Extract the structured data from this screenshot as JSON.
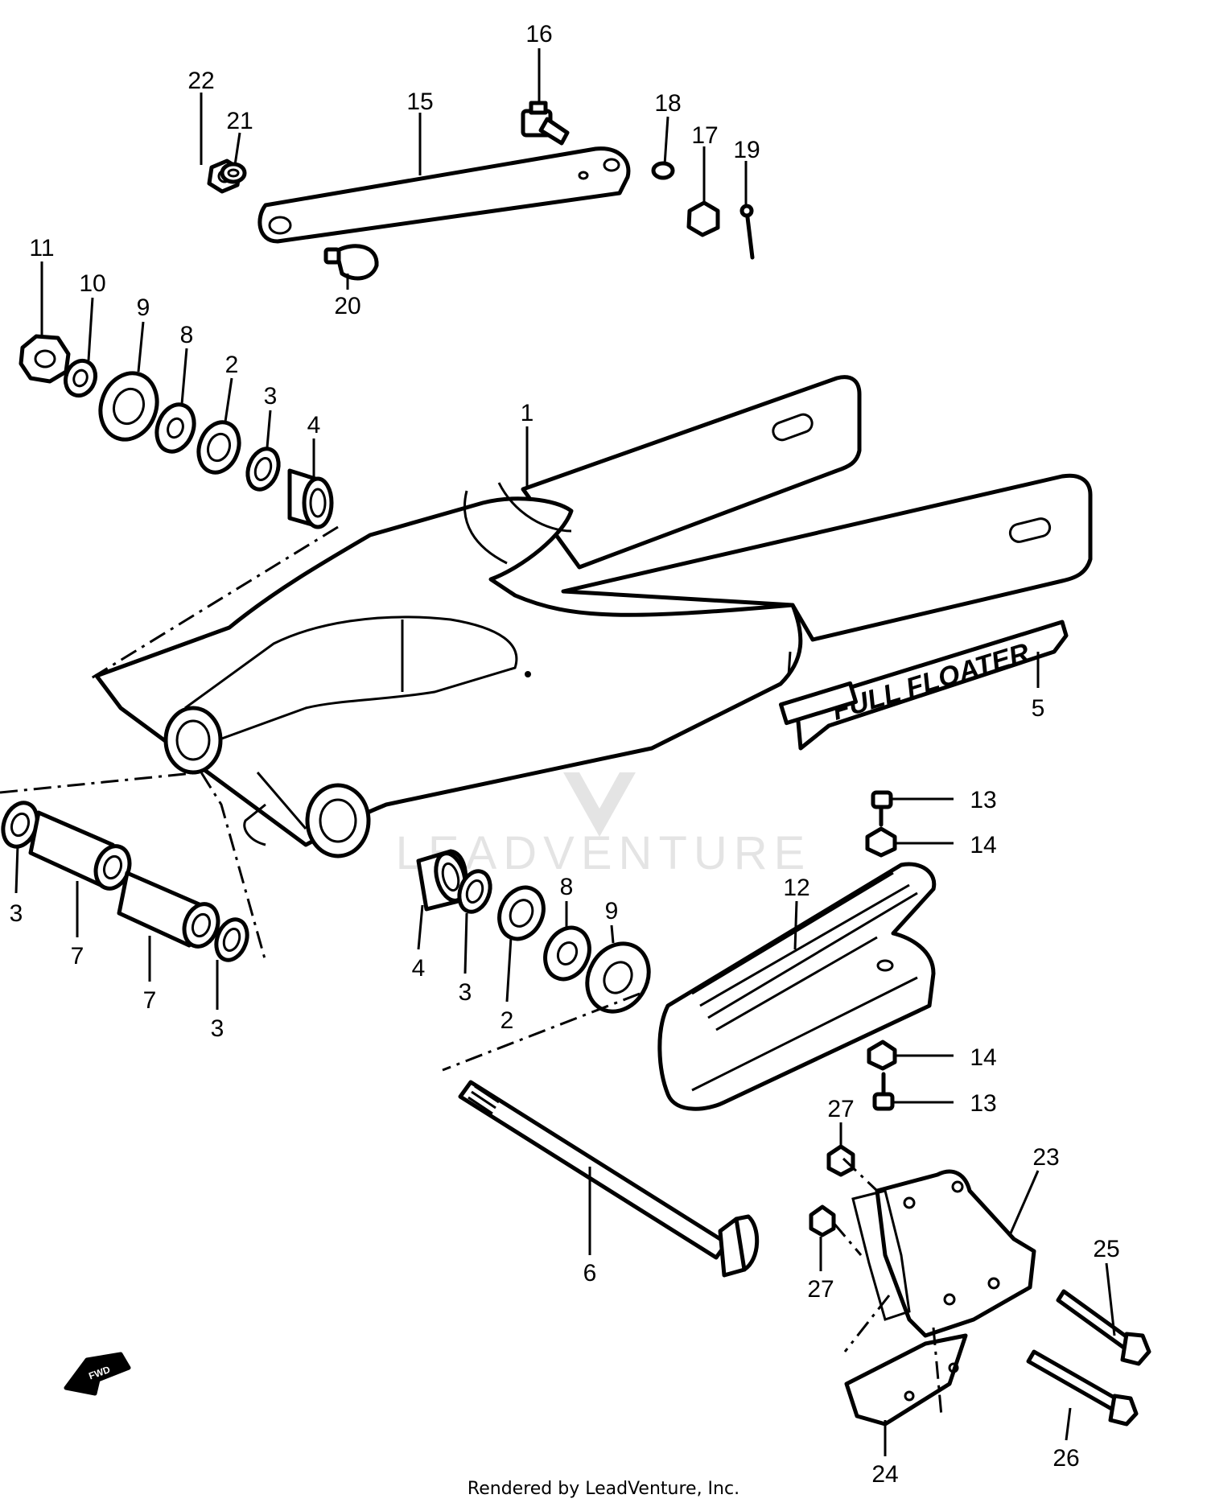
{
  "callouts": {
    "c1": "1",
    "c2a": "2",
    "c2b": "2",
    "c3a": "3",
    "c3b": "3",
    "c3c": "3",
    "c3d": "3",
    "c4a": "4",
    "c4b": "4",
    "c5": "5",
    "c6": "6",
    "c7a": "7",
    "c7b": "7",
    "c8a": "8",
    "c8b": "8",
    "c9a": "9",
    "c9b": "9",
    "c10": "10",
    "c11": "11",
    "c12": "12",
    "c13a": "13",
    "c13b": "13",
    "c14a": "14",
    "c14b": "14",
    "c15": "15",
    "c16": "16",
    "c17": "17",
    "c18": "18",
    "c19": "19",
    "c20": "20",
    "c21": "21",
    "c22": "22",
    "c23": "23",
    "c24": "24",
    "c25": "25",
    "c26": "26",
    "c27a": "27",
    "c27b": "27"
  },
  "decal_text": "FULL FLOATER",
  "fwd_text": "FWD",
  "watermark_text": "LEADVENTURE",
  "footer_text": "Rendered by LeadVenture, Inc."
}
